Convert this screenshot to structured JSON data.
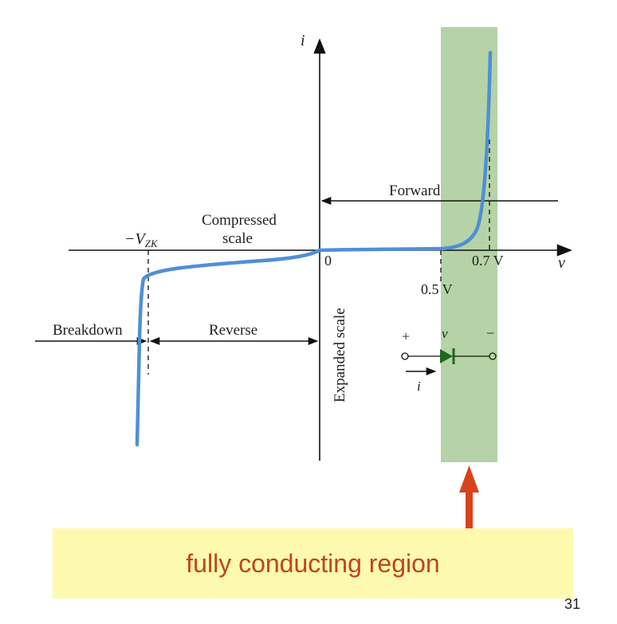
{
  "axes": {
    "i_label": "i",
    "v_label": "v",
    "origin_label": "0"
  },
  "markers": {
    "neg_vzk_main": "−V",
    "neg_vzk_sub": "ZK",
    "v07": "0.7 V",
    "v05": "0.5 V"
  },
  "regions": {
    "forward": "Forward",
    "compressed_line1": "Compressed",
    "compressed_line2": "scale",
    "breakdown": "Breakdown",
    "reverse": "Reverse",
    "expanded": "Expanded scale"
  },
  "diode_symbol": {
    "plus": "+",
    "minus": "−",
    "v": "v",
    "i": "i"
  },
  "callout": {
    "text": "fully conducting region"
  },
  "page_number": "31",
  "colors": {
    "curve": "#4f8fd8",
    "highlight": "#b5d3a6",
    "arrow": "#d9431c",
    "callout_bg": "#fdfab0",
    "callout_text": "#c0441c",
    "diode": "#1a6a1a"
  }
}
